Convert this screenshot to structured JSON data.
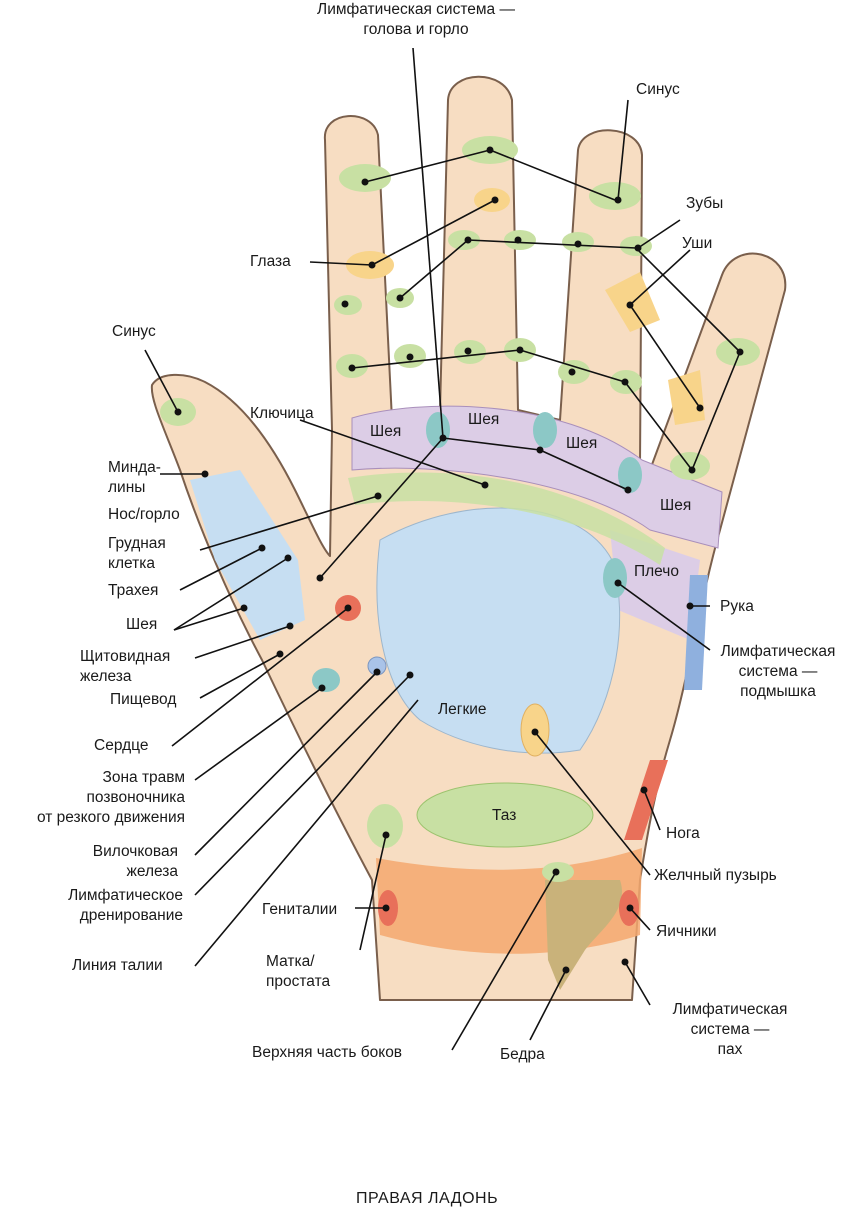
{
  "labels": {
    "lymph_head_throat": "Лимфатическая система —\nголова и горло",
    "sinus_top": "Синус",
    "teeth": "Зубы",
    "ears": "Уши",
    "eyes": "Глаза",
    "sinus_thumb": "Синус",
    "clavicle": "Ключица",
    "tonsils": "Минда-\nлины",
    "nose_throat": "Нос/горло",
    "chest": "Грудная\nклетка",
    "trachea": "Трахея",
    "neck_left": "Шея",
    "thyroid": "Щитовидная\nжелеза",
    "esophagus": "Пищевод",
    "heart": "Сердце",
    "whiplash": "Зона травм\nпозвоночника\nот резкого движения",
    "thymus": "Вилочковая\nжелеза",
    "lymph_drainage": "Лимфатическое\nдренирование",
    "waistline": "Линия талии",
    "genitals": "Гениталии",
    "uterus_prostate": "Матка/\nпростата",
    "upper_hips": "Верхняя часть боков",
    "thighs": "Бедра",
    "lymph_groin": "Лимфатическая\nсистема —\nпах",
    "ovaries": "Яичники",
    "gallbladder": "Желчный пузырь",
    "leg": "Нога",
    "lymph_armpit": "Лимфатическая\nсистема —\nподмышка",
    "arm": "Рука",
    "shoulder": "Плечо",
    "neck_1": "Шея",
    "neck_2": "Шея",
    "neck_3": "Шея",
    "neck_4": "Шея",
    "lungs": "Легкие",
    "pelvis": "Таз"
  },
  "caption": "ПРАВАЯ ЛАДОНЬ",
  "colors": {
    "skin": "#f7ddc2",
    "outline": "#7a5f4c",
    "green": "#c8e0a3",
    "green_dark": "#9cc36e",
    "yellow": "#f8d48a",
    "lavender": "#dccde6",
    "teal": "#8cc8c6",
    "blue": "#c6def2",
    "orange": "#f4a86e",
    "red": "#e8705a",
    "leader": "#111111"
  }
}
